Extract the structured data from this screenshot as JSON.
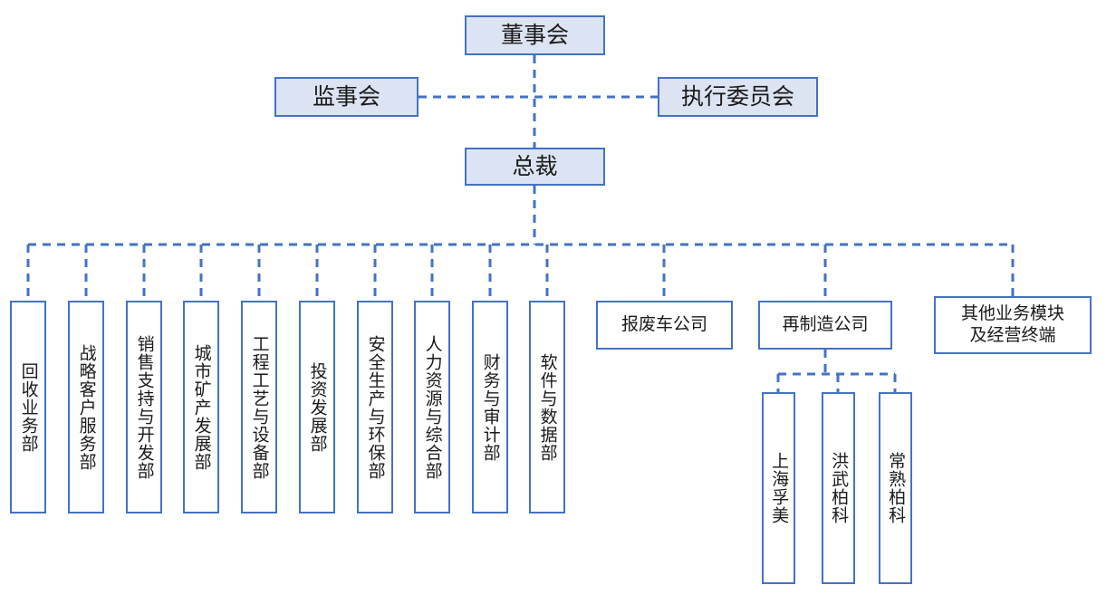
{
  "diagram": {
    "type": "org-chart",
    "title_text_language": "zh-CN",
    "colors": {
      "box_border": "#4472C4",
      "box_fill_highlight": "#DCE3F2",
      "box_fill_plain": "#FFFFFF",
      "connector": "#4472C4",
      "text": "#1A1A1A",
      "background": "#FFFFFF"
    },
    "connector_style": "dashed"
  },
  "levels": {
    "board": {
      "label": "董事会",
      "style": "filled"
    },
    "supervisory": {
      "label": "监事会",
      "style": "filled"
    },
    "executive_committee": {
      "label": "执行委员会",
      "style": "filled"
    },
    "president": {
      "label": "总裁",
      "style": "filled"
    }
  },
  "departments": [
    {
      "label": "回收业务部"
    },
    {
      "label": "战略客户服务部"
    },
    {
      "label": "销售支持与开发部"
    },
    {
      "label": "城市矿产发展部"
    },
    {
      "label": "工程工艺与设备部"
    },
    {
      "label": "投资发展部"
    },
    {
      "label": "安全生产与环保部"
    },
    {
      "label": "人力资源与综合部"
    },
    {
      "label": "财务与审计部"
    },
    {
      "label": "软件与数据部"
    }
  ],
  "business_units": [
    {
      "label": "报废车公司"
    },
    {
      "label": "再制造公司"
    },
    {
      "label": "其他业务模块\n及经营终端"
    }
  ],
  "subsidiaries": [
    {
      "label": "上海孚美"
    },
    {
      "label": "洪武柏科"
    },
    {
      "label": "常熟柏科"
    }
  ]
}
